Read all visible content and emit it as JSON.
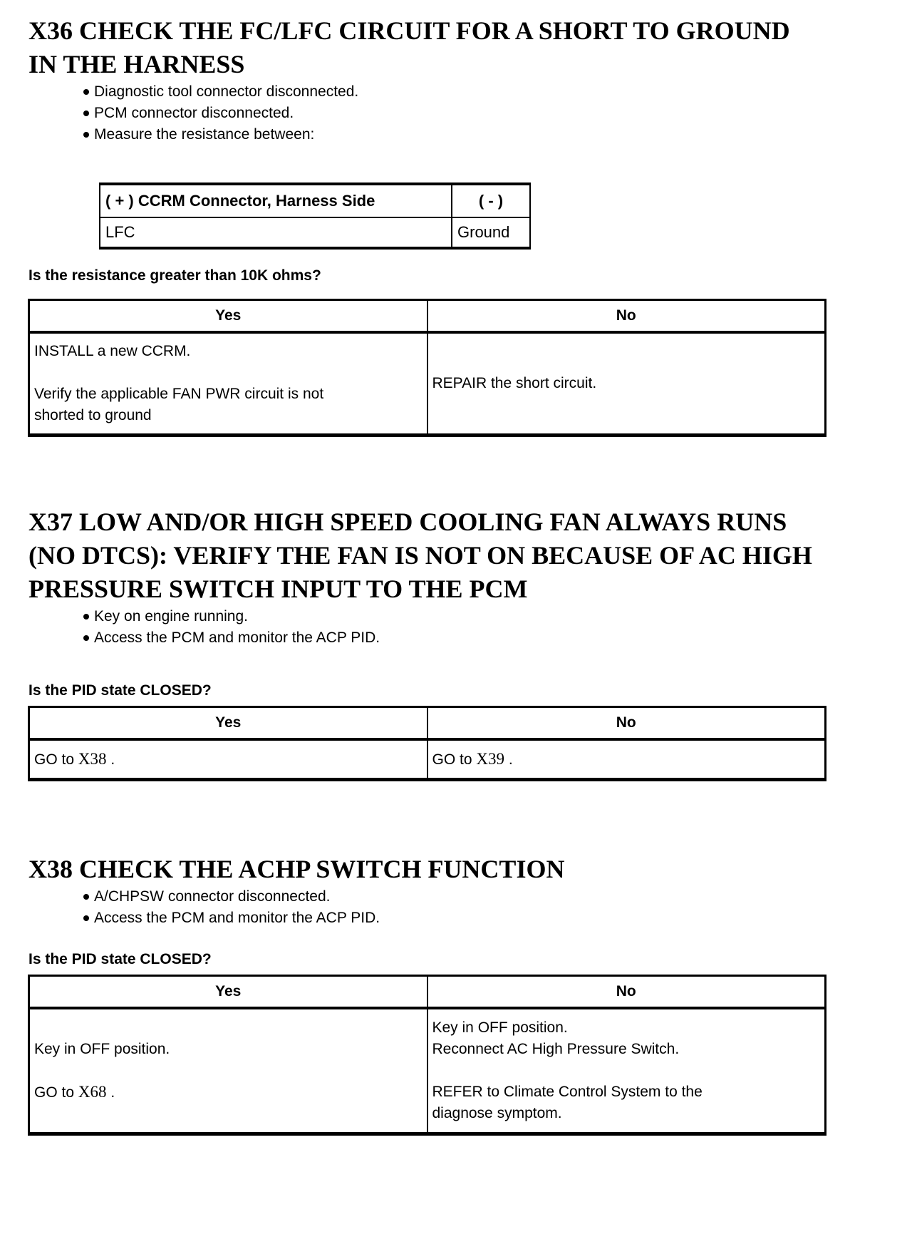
{
  "sections": [
    {
      "heading": "X36 CHECK THE FC/LFC CIRCUIT FOR A SHORT TO GROUND\nIN THE HARNESS",
      "bullets": [
        "Diagnostic tool connector disconnected.",
        "PCM connector disconnected.",
        "Measure the resistance between:"
      ],
      "measurement_table": {
        "col1_header": "( + ) CCRM Connector, Harness Side",
        "col2_header": "( - )",
        "col1_value": "LFC",
        "col2_value": "Ground"
      },
      "question": "Is the resistance greater than 10K ohms?",
      "decision_table": {
        "yes_header": "Yes",
        "no_header": "No",
        "yes_text": "INSTALL a new CCRM.\n\nVerify the applicable FAN PWR circuit is not\nshorted to ground",
        "no_text": "REPAIR the short circuit."
      }
    },
    {
      "heading": "X37 LOW AND/OR HIGH SPEED COOLING FAN ALWAYS RUNS\n(NO DTCS): VERIFY THE FAN IS NOT ON BECAUSE OF AC HIGH\nPRESSURE SWITCH INPUT TO THE PCM",
      "bullets": [
        "Key on engine running.",
        "Access the PCM and monitor the ACP PID."
      ],
      "question": "Is the PID state CLOSED?",
      "decision_table": {
        "yes_header": "Yes",
        "no_header": "No",
        "yes_go": {
          "prefix": "GO to ",
          "link": "X38",
          "suffix": " ."
        },
        "no_go": {
          "prefix": "GO to ",
          "link": "X39",
          "suffix": " ."
        }
      }
    },
    {
      "heading": "X38 CHECK THE ACHP SWITCH FUNCTION",
      "bullets": [
        "A/CHPSW connector disconnected.",
        "Access the PCM and monitor the ACP PID."
      ],
      "question": "Is the PID state CLOSED?",
      "decision_table": {
        "yes_header": "Yes",
        "no_header": "No",
        "yes_line1": "Key in OFF position.",
        "yes_go": {
          "prefix": "GO to ",
          "link": "X68",
          "suffix": " ."
        },
        "no_text": "Key in OFF position.\nReconnect AC High Pressure Switch.\n\nREFER to Climate Control System to the\ndiagnose symptom."
      }
    }
  ]
}
